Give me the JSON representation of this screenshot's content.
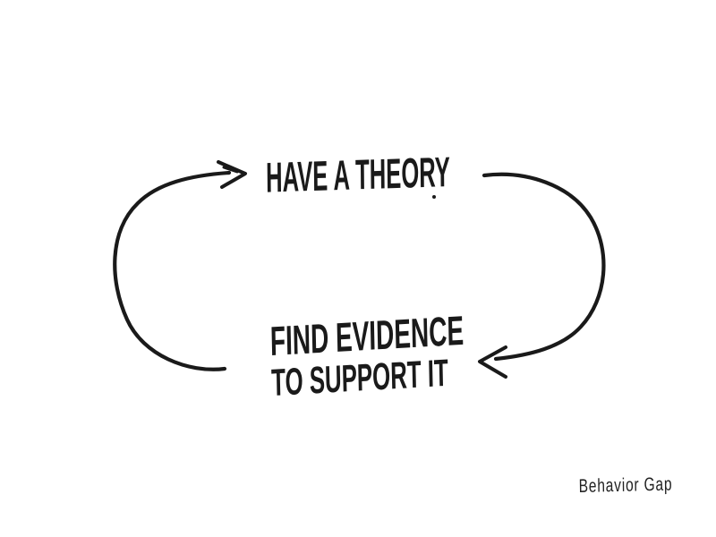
{
  "page": {
    "background_color": "#ffffff",
    "ink_color": "#1a1a1a"
  },
  "diagram": {
    "type": "hand-drawn-cycle",
    "top_label": "HAVE A THEORY",
    "bottom_label_line1": "FIND EVIDENCE",
    "bottom_label_line2": "TO SUPPORT IT",
    "arrows": [
      {
        "icon": "curved-arrow-up-icon",
        "description": "left arc pointing right at top label"
      },
      {
        "icon": "curved-arrow-down-icon",
        "description": "right arc pointing left at bottom label"
      }
    ]
  },
  "signature": {
    "text": "Behavior Gap"
  }
}
